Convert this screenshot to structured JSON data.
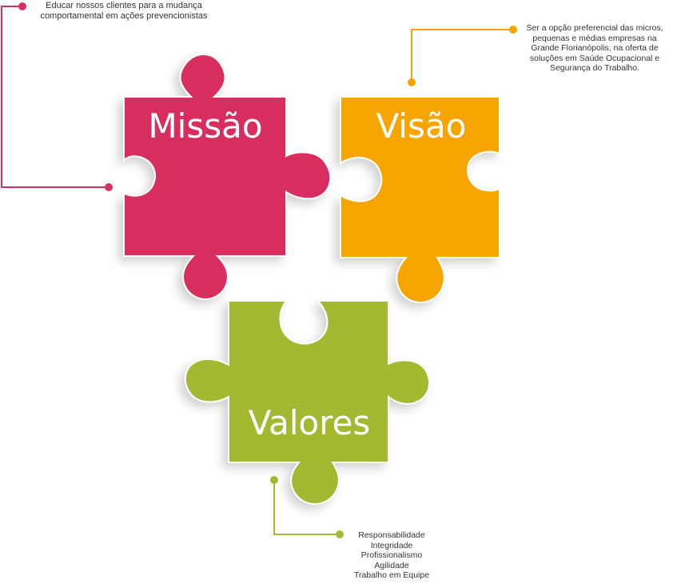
{
  "pieces": {
    "missao": {
      "label": "Missão",
      "color": "#d82f5e"
    },
    "visao": {
      "label": "Visão",
      "color": "#f6a500"
    },
    "valores": {
      "label": "Valores",
      "color": "#a4b833"
    }
  },
  "notes": {
    "missao": {
      "lines": [
        "Educar nossos clientes para a mudança",
        "comportamental em ações prevencionistas"
      ],
      "color": "#d82f5e"
    },
    "visao": {
      "lines": [
        "Ser a opção preferencial das micros,",
        "pequenas e médias empresas na",
        "Grande Florianópolis, na oferta de",
        "soluções em Saúde Ocupacional e",
        "Segurança do Trabalho."
      ],
      "color": "#f6a500"
    },
    "valores": {
      "lines": [
        "Responsabilidade",
        "Integridade",
        "Profissionalismo",
        "Agilidade",
        "Trabalho em Equipe"
      ],
      "color": "#a4b833"
    }
  }
}
